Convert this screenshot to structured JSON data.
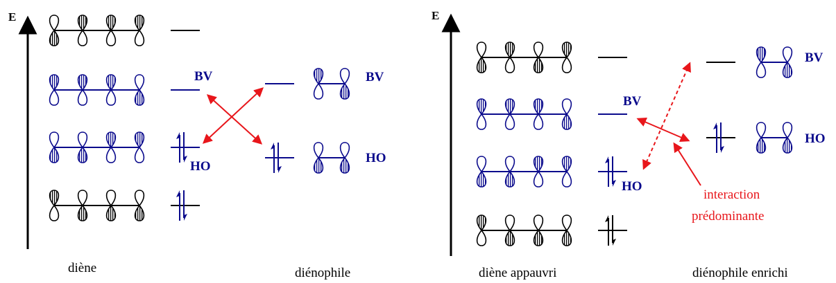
{
  "colors": {
    "black": "#000000",
    "blue": "#0a0a8c",
    "red": "#e8161b"
  },
  "left": {
    "axis_label": "E",
    "diene_caption": "diène",
    "dienophile_caption": "diénophile",
    "diene_lumo_label": "BV",
    "diene_homo_label": "HO",
    "dienophile_lumo_label": "BV",
    "dienophile_homo_label": "HO"
  },
  "right": {
    "axis_label": "E",
    "diene_caption": "diène appauvri",
    "dienophile_caption": "diénophile enrichi",
    "diene_lumo_label": "BV",
    "diene_homo_label": "HO",
    "dienophile_lumo_label": "BV",
    "dienophile_homo_label": "HO",
    "annotation_line1": "interaction",
    "annotation_line2": "prédominante"
  }
}
